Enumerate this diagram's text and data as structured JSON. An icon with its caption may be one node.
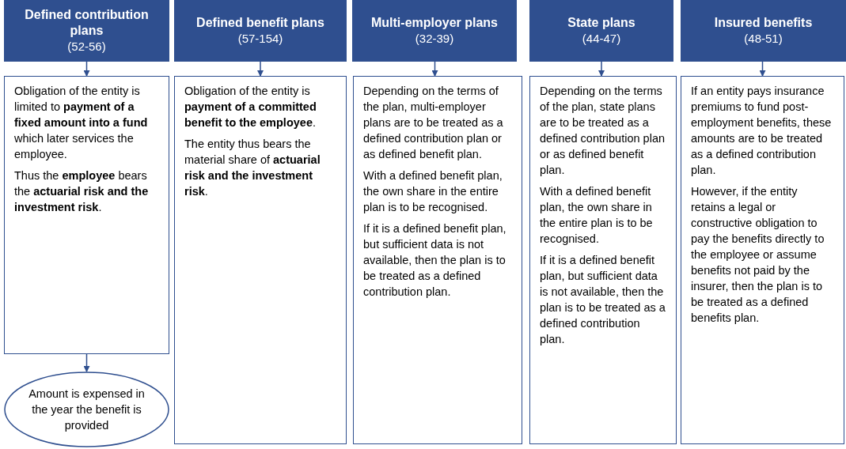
{
  "diagram": {
    "nodes": [
      {
        "text": [
          "Defined contribution plans",
          "(52-56)"
        ]
      },
      {
        "text": [
          "Obligation of the entity is limited to **payment of a fixed amount into a fund** which later services the employee.",
          "Thus the **employee** bears the **actuarial risk and the investment risk**."
        ]
      },
      {
        "text": [
          "Defined benefit plans",
          "(57-154)"
        ]
      },
      {
        "text": [
          "Obligation of the entity is **payment of a committed benefit to the employee**.",
          "The entity thus bears the material share of **actuarial risk and the investment risk**."
        ]
      },
      {
        "text": [
          "Multi-employer plans",
          "(32-39)"
        ]
      },
      {
        "text": [
          "Depending on the terms of the plan, multi-employer plans are to be treated as a defined contribution plan or as defined benefit plan.",
          "With a defined benefit plan, the own share in the entire plan is to be recognised.",
          "If it is a defined benefit plan, but sufficient data is not available, then the plan is to be treated as a defined contribution plan."
        ]
      },
      {
        "text": [
          "State plans",
          "(44-47)"
        ]
      },
      {
        "text": [
          "Depending on the terms of the plan, state plans are to be treated as a defined contribution plan or as defined benefit plan.",
          "With a defined benefit plan, the own share in the entire plan is to be recognised.",
          "If it is a defined benefit plan, but sufficient data is not available, then the plan is to be treated as a defined contribution plan."
        ]
      },
      {
        "text": [
          "Insured benefits",
          "(48-51)"
        ]
      },
      {
        "text": [
          "If an entity pays insurance premiums to fund post-employment benefits, these amounts are to be treated as a defined contribution plan.",
          "However, if the entity retains a legal or constructive obligation to pay the benefits directly to the employee or assume benefits not paid by the insurer, then the plan is to be treated as a defined benefits plan."
        ]
      },
      {
        "text": [
          "Amount is expensed in the year the benefit is provided"
        ]
      }
    ],
    "edges": [
      {
        "from": 0,
        "to": 1,
        "arrow": "to"
      },
      {
        "from": 2,
        "to": 3,
        "arrow": "to"
      },
      {
        "from": 4,
        "to": 5,
        "arrow": "to"
      },
      {
        "from": 6,
        "to": 7,
        "arrow": "to"
      },
      {
        "from": 8,
        "to": 9,
        "arrow": "to"
      },
      {
        "from": 1,
        "to": 10,
        "arrow": "to"
      }
    ]
  }
}
